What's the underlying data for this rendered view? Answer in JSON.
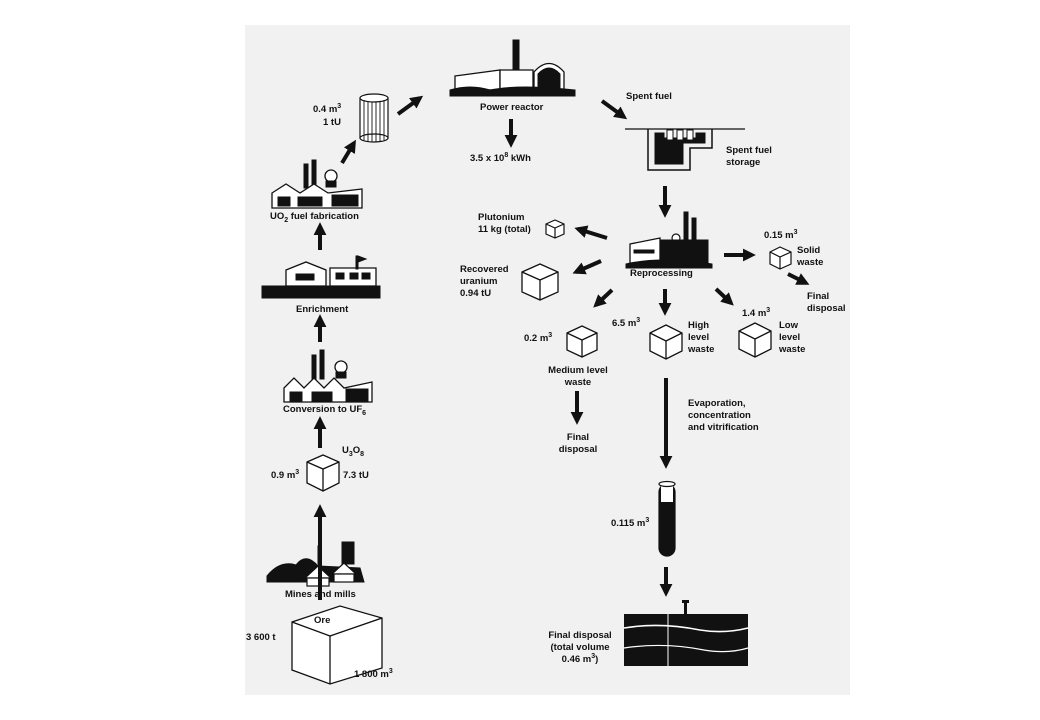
{
  "diagram": {
    "colors": {
      "paper": "#f1f1f1",
      "ink": "#111111",
      "background": "#ffffff"
    },
    "stages": {
      "ore": {
        "label": "Ore",
        "mass": "3 600 t",
        "volume_prefix": "1 800 m",
        "volume_exp": "3"
      },
      "mines": {
        "label": "Mines and mills",
        "icon": "mine-mill-icon"
      },
      "u3o8": {
        "formula_a": "U",
        "formula_a_sub": "3",
        "formula_b": "O",
        "formula_b_sub": "8",
        "volume_prefix": "0.9 m",
        "volume_exp": "3",
        "mass": "7.3 tU"
      },
      "conversion": {
        "label_prefix": "Conversion to UF",
        "label_sub": "6",
        "icon": "conversion-plant-icon"
      },
      "enrichment": {
        "label": "Enrichment",
        "icon": "enrichment-plant-icon"
      },
      "fabrication": {
        "label_a": "UO",
        "label_sub": "2",
        "label_b": " fuel fabrication",
        "icon": "fuel-fabrication-plant-icon"
      },
      "fuel": {
        "volume_prefix": "0.4 m",
        "volume_exp": "3",
        "mass": "1 tU",
        "icon": "fuel-cylinder-icon"
      },
      "reactor": {
        "label": "Power reactor",
        "output_prefix": "3.5 x 10",
        "output_exp": "8",
        "output_suffix": " kWh",
        "icon": "power-reactor-icon"
      },
      "spent_fuel": {
        "label": "Spent fuel"
      },
      "storage": {
        "label_line1": "Spent fuel",
        "label_line2": "storage",
        "icon": "storage-pool-icon"
      },
      "reprocessing": {
        "label": "Reprocessing",
        "icon": "reprocessing-plant-icon"
      },
      "plutonium": {
        "line1": "Plutonium",
        "line2": "11 kg (total)"
      },
      "recovered_uranium": {
        "line1": "Recovered",
        "line2": "uranium",
        "line3": "0.94 tU"
      },
      "solid_waste": {
        "volume_prefix": "0.15 m",
        "volume_exp": "3",
        "line1": "Solid",
        "line2": "waste"
      },
      "solid_final": {
        "line1": "Final",
        "line2": "disposal"
      },
      "medium_waste": {
        "volume_prefix": "0.2 m",
        "volume_exp": "3",
        "line1": "Medium level",
        "line2": "waste"
      },
      "medium_final": {
        "line1": "Final",
        "line2": "disposal"
      },
      "high_waste": {
        "volume_prefix": "6.5 m",
        "volume_exp": "3",
        "line1": "High",
        "line2": "level",
        "line3": "waste"
      },
      "low_waste": {
        "volume_prefix": "1.4 m",
        "volume_exp": "3",
        "line1": "Low",
        "line2": "level",
        "line3": "waste"
      },
      "vitrification": {
        "line1": "Evaporation,",
        "line2": "concentration",
        "line3": "and vitrification"
      },
      "glass_tube": {
        "volume_prefix": "0.115 m",
        "volume_exp": "3",
        "icon": "vitrified-waste-tube-icon"
      },
      "final_disposal": {
        "line1": "Final disposal",
        "line2": "(total volume",
        "line3_prefix": "0.46 m",
        "line3_exp": "3",
        "line3_suffix": ")",
        "icon": "geologic-repository-icon"
      }
    }
  }
}
